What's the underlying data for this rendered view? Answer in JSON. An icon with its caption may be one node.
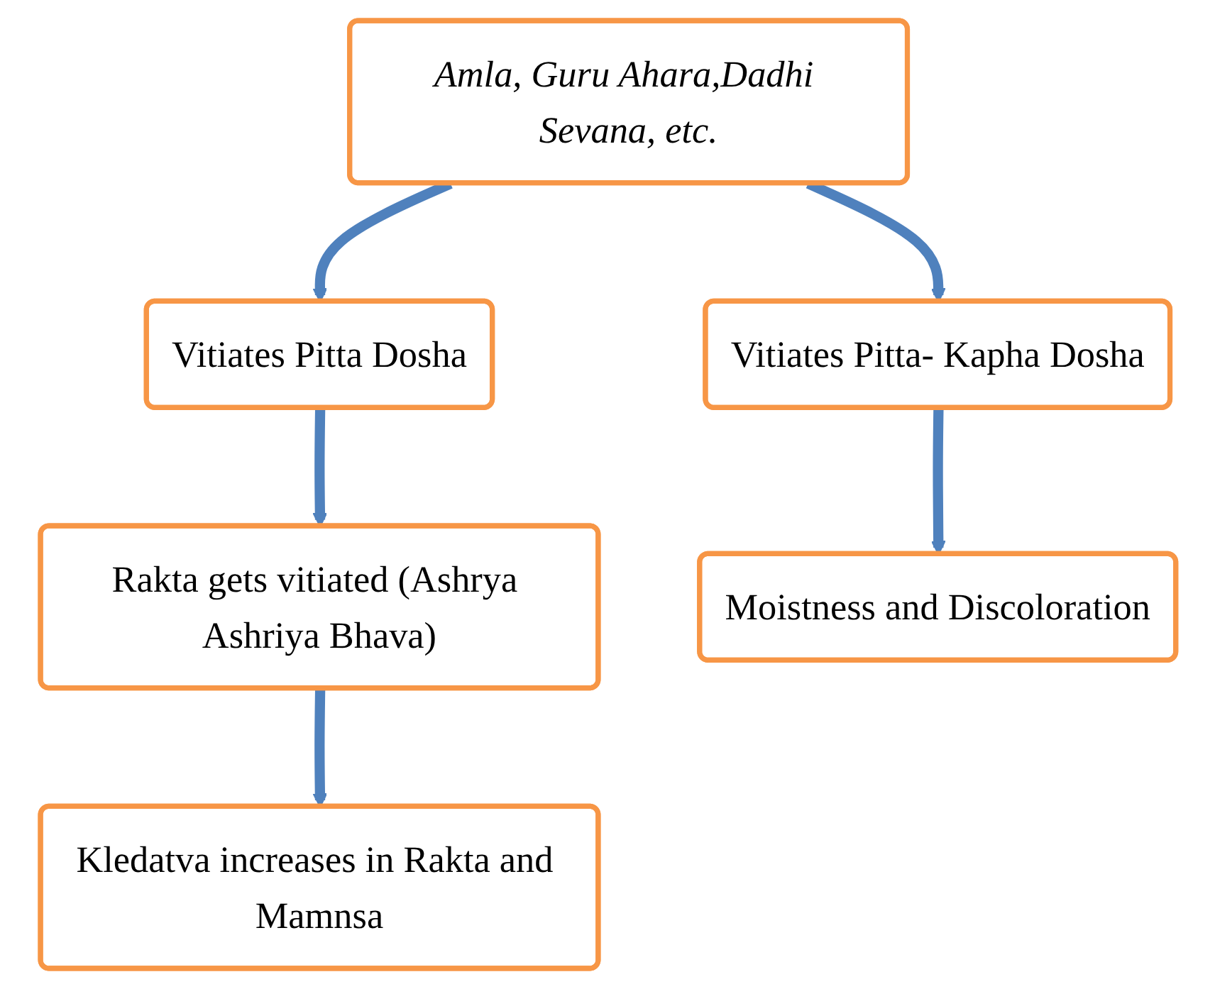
{
  "diagram": {
    "nodes": [
      {
        "text": [
          "Amla, Guru Ahara,Dadhi Sevana, etc."
        ]
      },
      {
        "text": [
          "Vitiates Pitta Dosha"
        ]
      },
      {
        "text": [
          "Vitiates Pitta- Kapha Dosha"
        ]
      },
      {
        "text": [
          "Rakta gets vitiated (Ashrya Ashriya Bhava)"
        ]
      },
      {
        "text": [
          "Moistness and Discoloration"
        ]
      },
      {
        "text": [
          "Kledatva increases in Rakta and Mamnsa"
        ]
      }
    ],
    "edges": [
      {
        "from": 0,
        "to": 1,
        "arrow": "to"
      },
      {
        "from": 0,
        "to": 2,
        "arrow": "to"
      },
      {
        "from": 1,
        "to": 3,
        "arrow": "to"
      },
      {
        "from": 2,
        "to": 4,
        "arrow": "to"
      },
      {
        "from": 3,
        "to": 5,
        "arrow": "to"
      }
    ]
  }
}
